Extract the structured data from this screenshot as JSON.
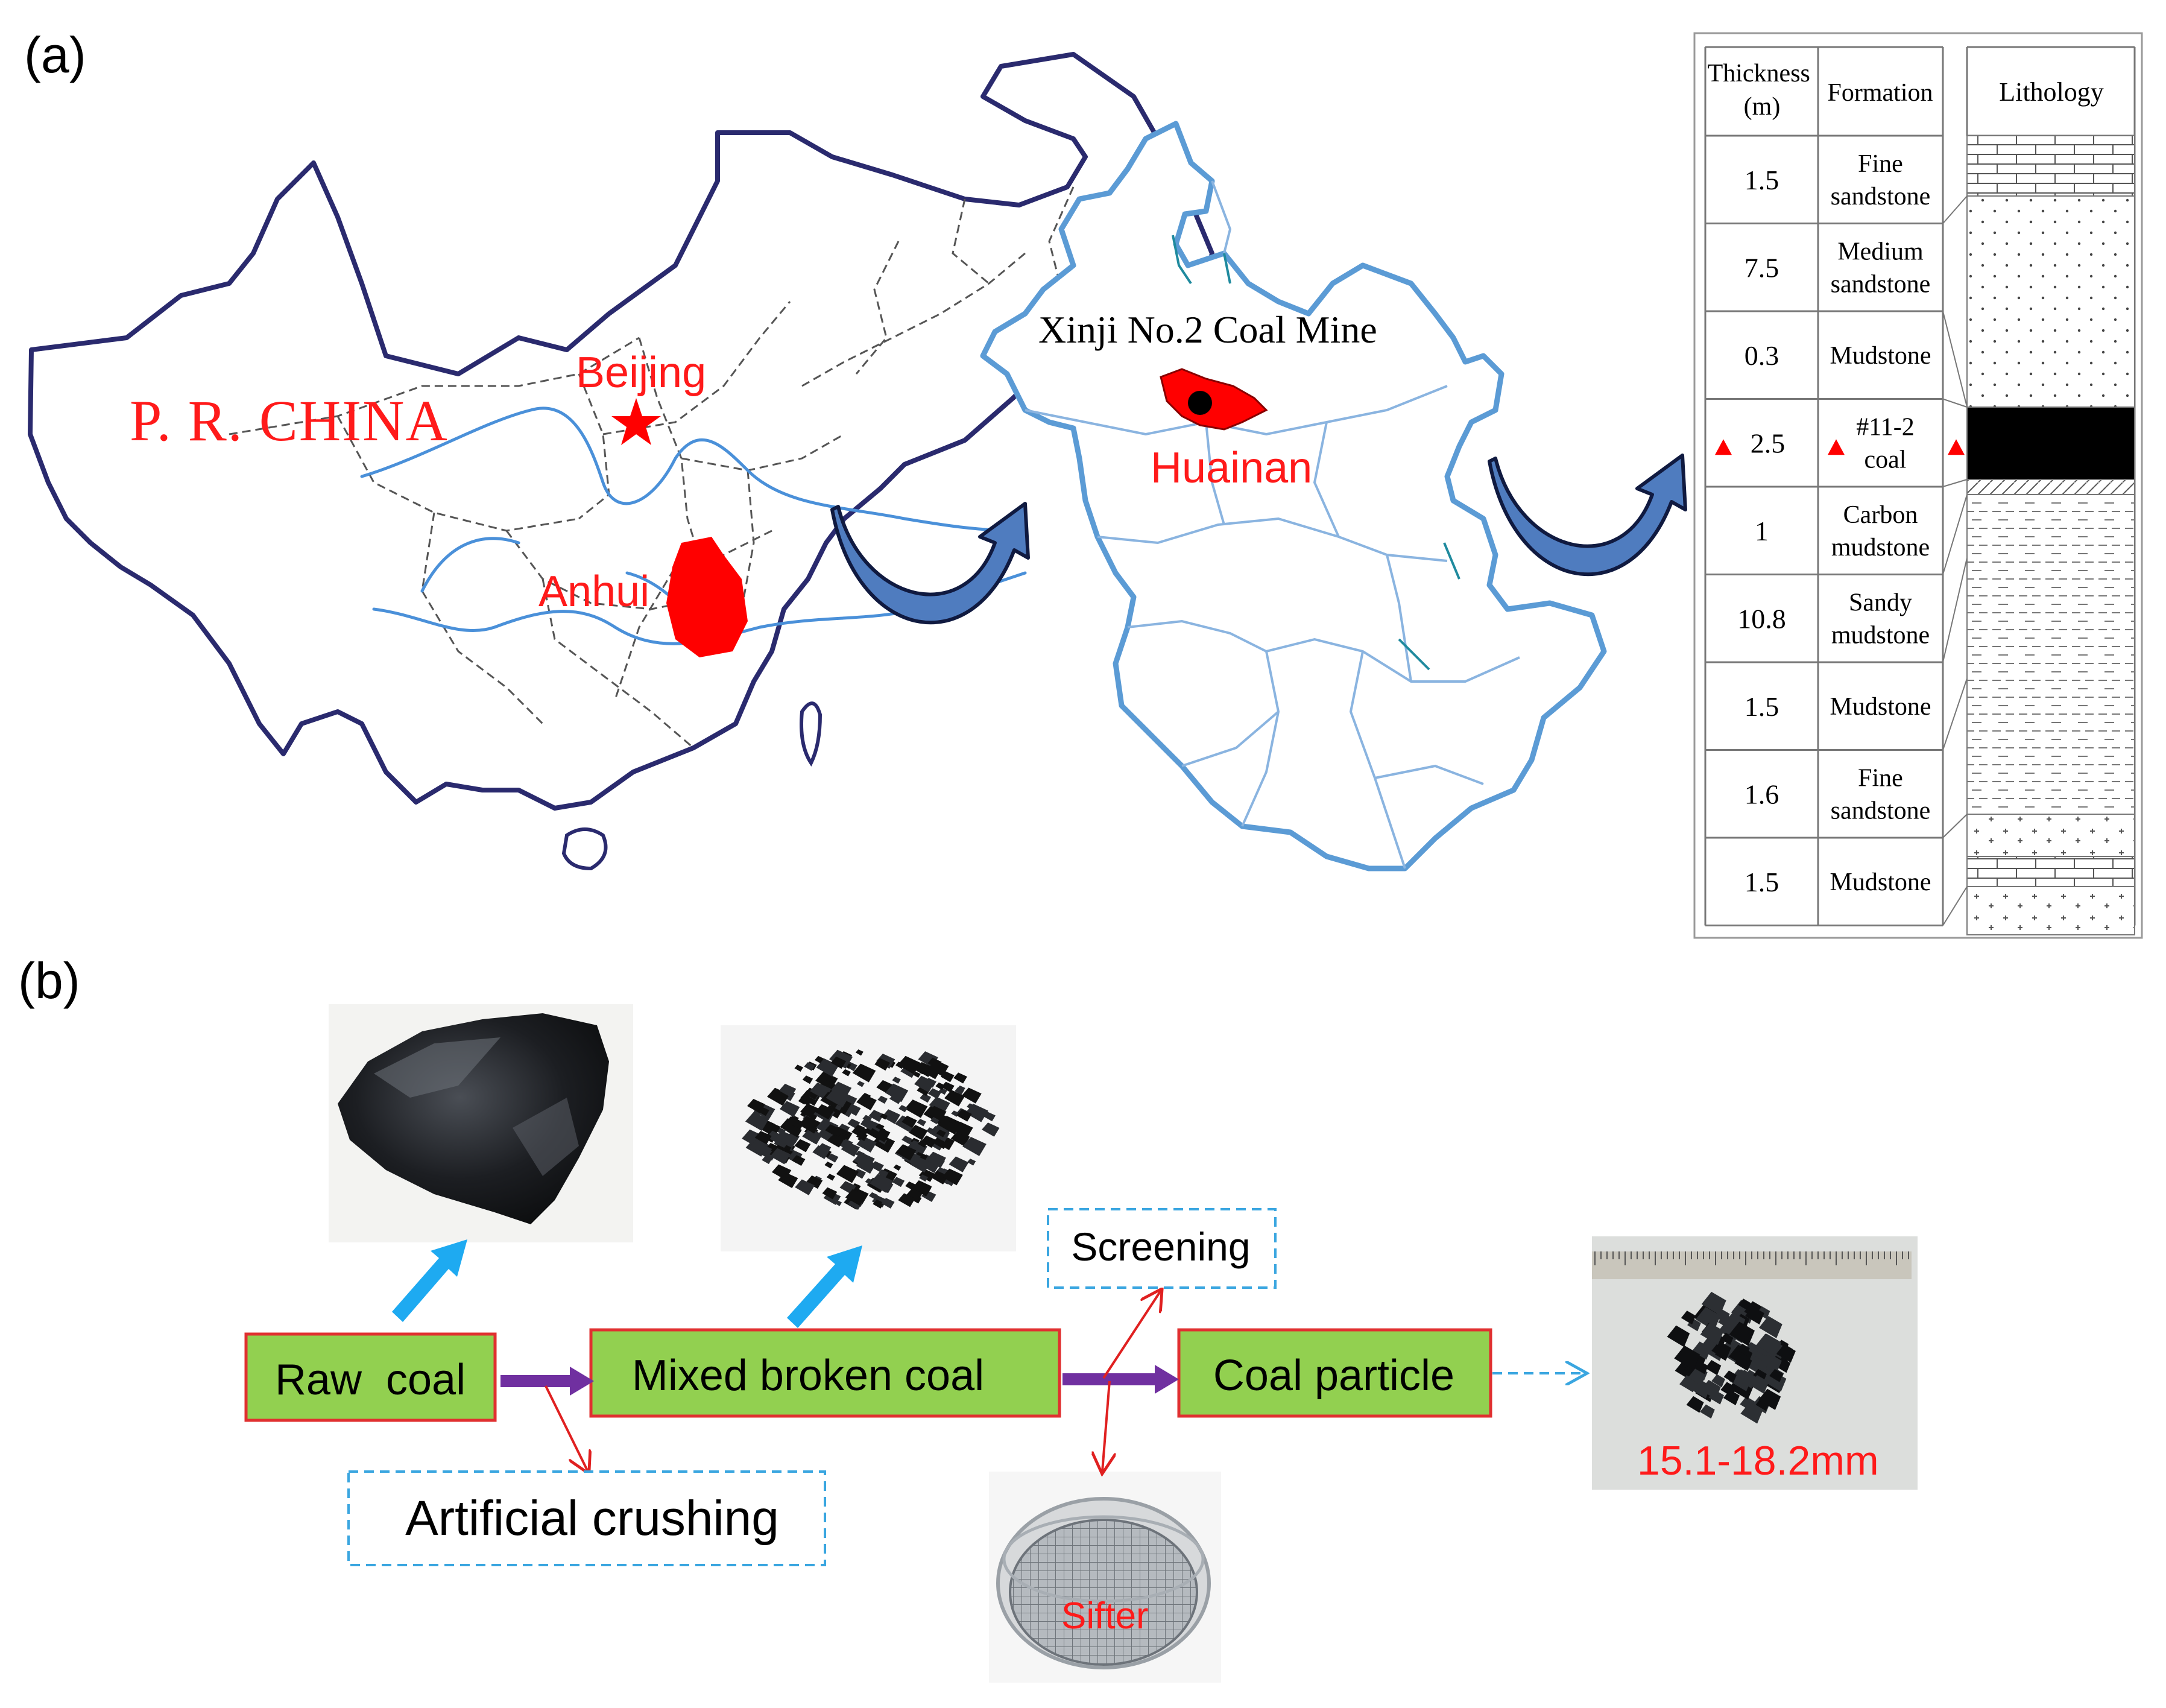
{
  "panel_a": {
    "label": "(a)",
    "china_map": {
      "country_label": "P. R. CHINA",
      "capital_label": "Beijing",
      "province_label": "Anhui"
    },
    "anhui_map": {
      "mine_label": "Xinji No.2 Coal Mine",
      "city_label": "Huainan"
    },
    "strata_column": {
      "headers": {
        "thickness": "Thickness\n(m)",
        "formation": "Formation",
        "lithology": "Lithology"
      },
      "rows": [
        {
          "thickness": "1.5",
          "formation": "Fine\nsandstone",
          "pattern": "brick"
        },
        {
          "thickness": "7.5",
          "formation": "Medium\nsandstone",
          "pattern": "dots"
        },
        {
          "thickness": "0.3",
          "formation": "Mudstone",
          "pattern": "dots"
        },
        {
          "thickness": "2.5",
          "formation": "#11-2\ncoal",
          "pattern": "coal",
          "marked": true
        },
        {
          "thickness": "1",
          "formation": "Carbon\nmudstone",
          "pattern": "dash"
        },
        {
          "thickness": "10.8",
          "formation": "Sandy\nmudstone",
          "pattern": "dash"
        },
        {
          "thickness": "1.5",
          "formation": "Mudstone",
          "pattern": "dash"
        },
        {
          "thickness": "1.6",
          "formation": "Fine\nsandstone",
          "pattern": "dash"
        },
        {
          "thickness": "1.5",
          "formation": "Mudstone",
          "pattern": "brick"
        }
      ]
    }
  },
  "panel_b": {
    "label": "(b)",
    "steps": {
      "raw_coal": "Raw  coal",
      "mixed_broken_coal": "Mixed broken coal",
      "coal_particle": "Coal particle"
    },
    "notes": {
      "artificial_crushing": "Artificial crushing",
      "screening": "Screening"
    },
    "photos": {
      "sifter_label": "Sifter",
      "particle_size": "15.1-18.2mm"
    }
  },
  "colors": {
    "map_outline": "#2a2a6e",
    "river": "#4a90d9",
    "highlight": "#ff0000",
    "step_fill": "#92d050",
    "step_border": "#e03030",
    "note_border": "#3aa6e0",
    "flow_arrow": "#7030a0",
    "photo_arrow": "#1eaaf1",
    "curved_arrow": "#4f7cbf"
  }
}
